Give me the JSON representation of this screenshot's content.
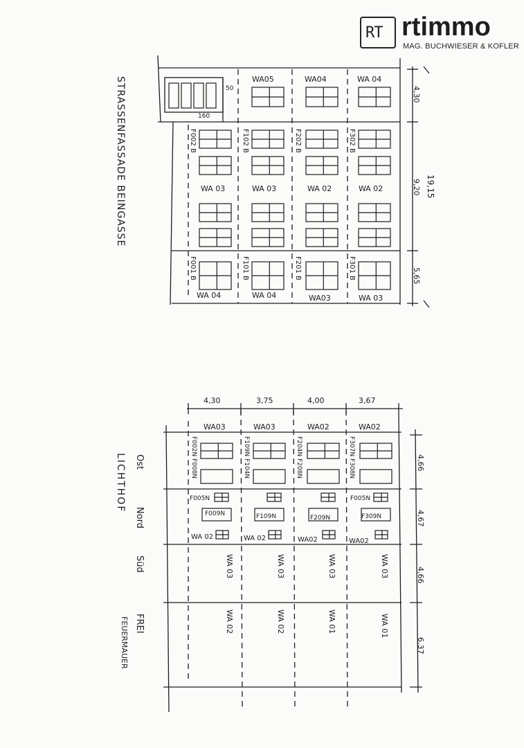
{
  "logo": {
    "mark": "RT",
    "brand": "rtimmo",
    "tagline": "MAG. BUCHWIESER & KOFLER"
  },
  "top_sketch": {
    "caption": "STRASSENFASSADE BEINGASSE",
    "overall_dimension": "19,15",
    "row_dimensions": [
      "4,30",
      "9,20",
      "5,65"
    ],
    "small_dims": [
      "50",
      "160"
    ],
    "header_labels": [
      "WA05",
      "WA04",
      "WA 04"
    ],
    "mid_labels": [
      "WA 03",
      "WA 03",
      "WA 02",
      "WA 02"
    ],
    "bottom_labels": [
      "WA 04",
      "WA 04",
      "WA03",
      "WA 03"
    ],
    "window_codes_upper": [
      "F002 B",
      "F102 B",
      "F202 B",
      "F302 B"
    ],
    "window_codes_lower": [
      "F001 B",
      "F101 B",
      "F201 B",
      "F301 B"
    ]
  },
  "bottom_sketch": {
    "caption": "LICHTHOF",
    "side_labels": [
      "Ost",
      "Nord",
      "Süd",
      "FREI"
    ],
    "side_label_extra": "FEUERMAUER",
    "column_dimensions": [
      "4,30",
      "3,75",
      "4,00",
      "3,67"
    ],
    "row_dimensions": [
      "4,66",
      "4,67",
      "4,66",
      "6,37"
    ],
    "header_labels": [
      "WA03",
      "WA03",
      "WA02",
      "WA02"
    ],
    "window_codes_a": [
      "F002N F008N",
      "F109N F104N",
      "F204N F208N",
      "F307N F308N"
    ],
    "window_codes_b": [
      "F005N",
      "F009N",
      "F109N",
      "F209N",
      "F005N",
      "F309N"
    ],
    "row2_bottom_labels": [
      "WA 02",
      "WA 02",
      "WA02",
      "WA02"
    ],
    "row3_labels": [
      "WA 03",
      "WA 03",
      "WA 03",
      "WA 03"
    ],
    "row4_labels": [
      "WA 02",
      "WA 02",
      "WA 01",
      "WA 01"
    ]
  }
}
